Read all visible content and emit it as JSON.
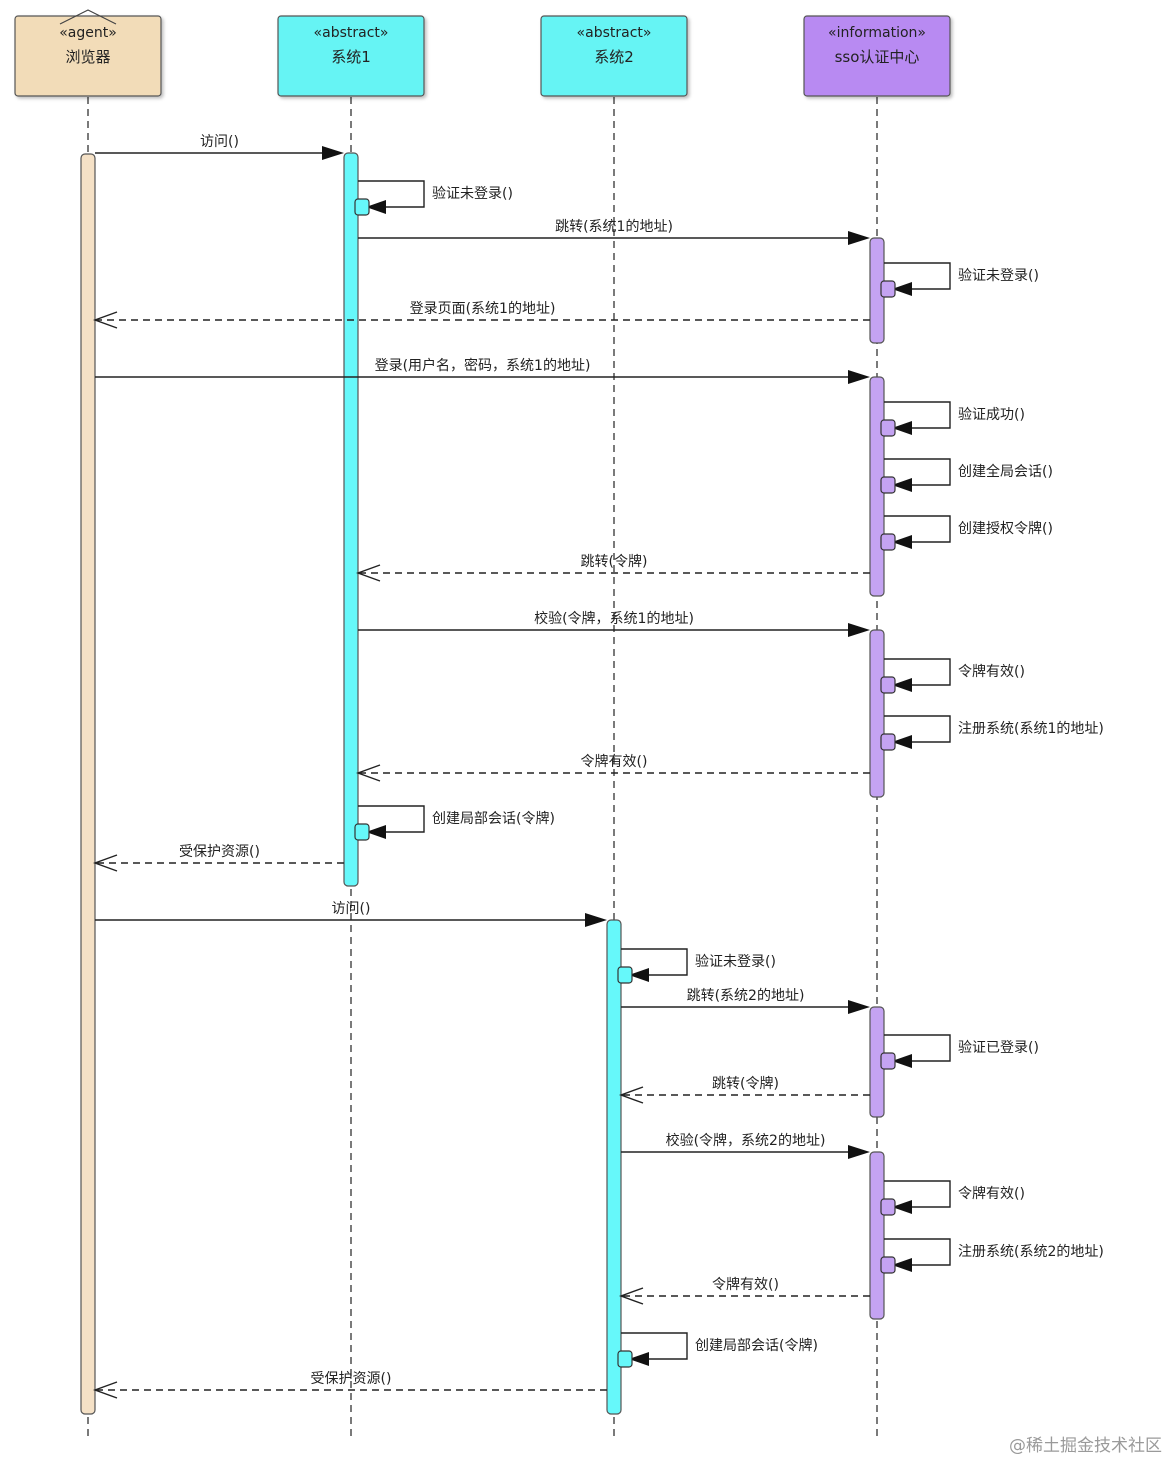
{
  "participants": [
    {
      "id": "browser",
      "stereotype": "«agent»",
      "name": "浏览器",
      "fill": "#f2dcb8",
      "activation_fill": "#f5e1c6"
    },
    {
      "id": "sys1",
      "stereotype": "«abstract»",
      "name": "系统1",
      "fill": "#66f4f4",
      "activation_fill": "#66f8fa"
    },
    {
      "id": "sys2",
      "stereotype": "«abstract»",
      "name": "系统2",
      "fill": "#66f4f4",
      "activation_fill": "#66f8fa"
    },
    {
      "id": "sso",
      "stereotype": "«information»",
      "name": "sso认证中心",
      "fill": "#b88af2",
      "activation_fill": "#c4a3f2"
    }
  ],
  "messages": [
    {
      "from": "browser",
      "to": "sys1",
      "kind": "call",
      "label": "访问()"
    },
    {
      "from": "sys1",
      "to": "sys1",
      "kind": "self",
      "label": "验证未登录()"
    },
    {
      "from": "sys1",
      "to": "sso",
      "kind": "call",
      "label": "跳转(系统1的地址)"
    },
    {
      "from": "sso",
      "to": "sso",
      "kind": "self",
      "label": "验证未登录()"
    },
    {
      "from": "sso",
      "to": "browser",
      "kind": "return",
      "label": "登录页面(系统1的地址)"
    },
    {
      "from": "browser",
      "to": "sso",
      "kind": "call",
      "label": "登录(用户名，密码，系统1的地址)"
    },
    {
      "from": "sso",
      "to": "sso",
      "kind": "self",
      "label": "验证成功()"
    },
    {
      "from": "sso",
      "to": "sso",
      "kind": "self",
      "label": "创建全局会话()"
    },
    {
      "from": "sso",
      "to": "sso",
      "kind": "self",
      "label": "创建授权令牌()"
    },
    {
      "from": "sso",
      "to": "sys1",
      "kind": "return",
      "label": "跳转(令牌)"
    },
    {
      "from": "sys1",
      "to": "sso",
      "kind": "call",
      "label": "校验(令牌，系统1的地址)"
    },
    {
      "from": "sso",
      "to": "sso",
      "kind": "self",
      "label": "令牌有效()"
    },
    {
      "from": "sso",
      "to": "sso",
      "kind": "self",
      "label": "注册系统(系统1的地址)"
    },
    {
      "from": "sso",
      "to": "sys1",
      "kind": "return",
      "label": "令牌有效()"
    },
    {
      "from": "sys1",
      "to": "sys1",
      "kind": "self",
      "label": "创建局部会话(令牌)"
    },
    {
      "from": "sys1",
      "to": "browser",
      "kind": "return",
      "label": "受保护资源()"
    },
    {
      "from": "browser",
      "to": "sys2",
      "kind": "call",
      "label": "访问()"
    },
    {
      "from": "sys2",
      "to": "sys2",
      "kind": "self",
      "label": "验证未登录()"
    },
    {
      "from": "sys2",
      "to": "sso",
      "kind": "call",
      "label": "跳转(系统2的地址)"
    },
    {
      "from": "sso",
      "to": "sso",
      "kind": "self",
      "label": "验证已登录()"
    },
    {
      "from": "sso",
      "to": "sys2",
      "kind": "return",
      "label": "跳转(令牌)"
    },
    {
      "from": "sys2",
      "to": "sso",
      "kind": "call",
      "label": "校验(令牌，系统2的地址)"
    },
    {
      "from": "sso",
      "to": "sso",
      "kind": "self",
      "label": "令牌有效()"
    },
    {
      "from": "sso",
      "to": "sso",
      "kind": "self",
      "label": "注册系统(系统2的地址)"
    },
    {
      "from": "sso",
      "to": "sys2",
      "kind": "return",
      "label": "令牌有效()"
    },
    {
      "from": "sys2",
      "to": "sys2",
      "kind": "self",
      "label": "创建局部会话(令牌)"
    },
    {
      "from": "sys2",
      "to": "browser",
      "kind": "return",
      "label": "受保护资源()"
    }
  ],
  "watermark": "@稀土掘金技术社区"
}
